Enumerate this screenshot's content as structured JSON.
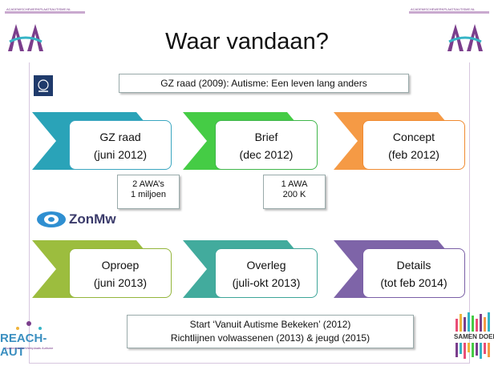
{
  "header": {
    "left_small_text": "ACADEMISCHEWERKPLAATSAUTISME.NL",
    "right_small_text": "ACADEMISCHEWERKPLAATSAUTISME.NL"
  },
  "title": "Waar vandaan?",
  "gz_raad_header": "GZ raad (2009): Autisme: Een leven lang anders",
  "row1": [
    {
      "line1": "GZ raad",
      "line2": "(juni 2012)",
      "color": "#2aa3b8",
      "border": "#3aa6c0"
    },
    {
      "line1": "Brief",
      "line2": "(dec 2012)",
      "color": "#45cc45",
      "border": "#3fb64a"
    },
    {
      "line1": "Concept",
      "line2": "(feb 2012)",
      "color": "#f59a45",
      "border": "#f08a30"
    }
  ],
  "note1": {
    "line1": "2 AWA’s",
    "line2": "1 miljoen"
  },
  "note2": {
    "line1": "1 AWA",
    "line2": "200 K"
  },
  "zonmw": "ZonMw",
  "row2": [
    {
      "line1": "Oproep",
      "line2": "(juni 2013)",
      "color": "#9cbd3e",
      "border": "#93b53b"
    },
    {
      "line1": "Overleg",
      "line2": "(juli-okt 2013)",
      "color": "#42ab9d",
      "border": "#3ea599"
    },
    {
      "line1": "Details",
      "line2": "(tot feb 2014)",
      "color": "#7e64a8",
      "border": "#7a5fa6"
    }
  ],
  "bottom": {
    "line1": "Start ‘Vanuit Autisme Bekeken’ (2012)",
    "line2": "Richtlijnen volwassenen (2013) & jeugd (2015)"
  },
  "reach_aut": "REACH-AUT",
  "reach_aut_sub": "Academische Werkplaats Autisme",
  "samen_doen": "SAMEN DOEN!"
}
